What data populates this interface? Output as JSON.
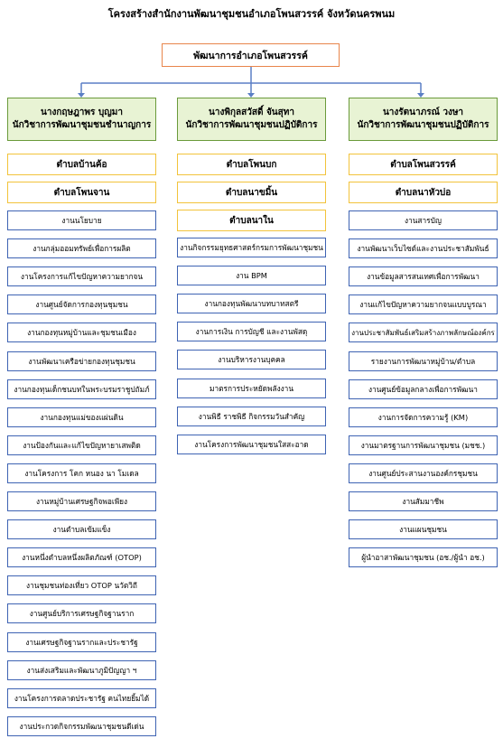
{
  "title": "โครงสร้างสำนักงานพัฒนาชุมชนอำเภอโพนสวรรค์ จังหวัดนครพนม",
  "top": "พัฒนาการอำเภอโพนสวรรค์",
  "columns": [
    {
      "name": "นางกฤษฎาพร บุญมา",
      "position": "นักวิชาการพัฒนาชุมชนชำนาญการ",
      "subs": [
        "ตำบลบ้านค้อ",
        "ตำบลโพนจาน"
      ],
      "items": [
        "งานนโยบาย",
        "งานกลุ่มออมทรัพย์เพื่อการผลิต",
        "งานโครงการแก้ไขปัญหาความยากจน",
        "งานศูนย์จัดการกองทุนชุมชน",
        "งานกองทุนหมู่บ้านและชุมชนเมือง",
        "งานพัฒนาเครือข่ายกองทุนชุมชน",
        "งานกองทุนเด็กชนบทในพระบรมราชูปถัมภ์",
        "งานกองทุนแม่ของแผ่นดิน",
        "งานป้องกันและแก้ไขปัญหายาเสพติด",
        "งานโครงการ โคก หนอง นา โมเดล",
        "งานหมู่บ้านเศรษฐกิจพอเพียง",
        "งานตำบลเข้มแข็ง",
        "งานหนึ่งตำบลหนึ่งผลิตภัณฑ์ (OTOP)",
        "งานชุมชนท่องเที่ยว OTOP นวัตวิถี",
        "งานศูนย์บริการเศรษฐกิจฐานราก",
        "งานเศรษฐกิจฐานรากและประชารัฐ",
        "งานส่งเสริมและพัฒนาภูมิปัญญา ฯ",
        "งานโครงการตลาดประชารัฐ คนไทยยิ้มได้",
        "งานประกวดกิจกรรมพัฒนาชุมชนดีเด่น"
      ]
    },
    {
      "name": "นางพิกุลสวัสดิ์ จันสุทา",
      "position": "นักวิชาการพัฒนาชุมชนปฏิบัติการ",
      "subs": [
        "ตำบลโพนบก",
        "ตำบลนาขมิ้น",
        "ตำบลนาใน"
      ],
      "items": [
        "งานกิจกรรมยุทธศาสตร์กรมการพัฒนาชุมชน",
        "งาน BPM",
        "งานกองทุนพัฒนาบทบาทสตรี",
        "งานการเงิน การบัญชี และงานพัสดุ",
        "งานบริหารงานบุคคล",
        "มาตรการประหยัดพลังงาน",
        "งานพิธี ราชพิธี กิจกรรมวันสำคัญ",
        "งานโครงการพัฒนาชุมชนใสสะอาด"
      ]
    },
    {
      "name": "นางรัตนาภรณ์ วงษา",
      "position": "นักวิชาการพัฒนาชุมชนปฏิบัติการ",
      "subs": [
        "ตำบลโพนสวรรค์",
        "ตำบลนาหัวบ่อ"
      ],
      "items": [
        "งานสารบัญ",
        "งานพัฒนาเว็บไซต์และงานประชาสัมพันธ์",
        "งานข้อมูลสารสนเทศเพื่อการพัฒนา",
        "งานแก้ไขปัญหาความยากจนแบบบูรณา",
        "งานประชาสัมพันธ์เสริมสร้างภาพลักษณ์องค์กร",
        "รายงานการพัฒนาหมู่บ้าน/ตำบล",
        "งานศูนย์ข้อมูลกลางเพื่อการพัฒนา",
        "งานการจัดการความรู้ (KM)",
        "งานมาตรฐานการพัฒนาชุมชน (มชช.)",
        "งานศูนย์ประสานงานองค์กรชุมชน",
        "งานสัมมาชีพ",
        "งานแผนชุมชน",
        "ผู้นำอาสาพัฒนาชุมชน (อช./ผู้นำ อช.)"
      ]
    }
  ],
  "colors": {
    "connector": "#5b7fc5",
    "top_border": "#e8854b",
    "head_fill": "#e8f3d4",
    "head_border": "#6a9a3a",
    "sub_border": "#f2c33b",
    "item_border": "#3e63b3"
  }
}
